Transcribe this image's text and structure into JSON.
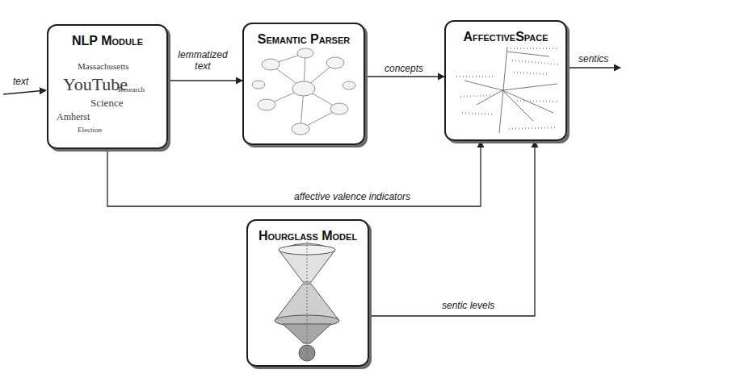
{
  "diagram": {
    "nodes": [
      {
        "text": [
          "NLP Module"
        ]
      },
      {
        "text": [
          "Semantic Parser"
        ]
      },
      {
        "text": [
          "AffectiveSpace"
        ]
      },
      {
        "text": [
          "Hourglass Model"
        ]
      }
    ],
    "edges": [
      {
        "from": 0,
        "to": 1,
        "label": "lemmatized text",
        "arrow": "to"
      },
      {
        "from": 1,
        "to": 2,
        "label": "concepts",
        "arrow": "to"
      },
      {
        "from": 0,
        "to": 2,
        "label": "affective valence indicators",
        "arrow": "to"
      },
      {
        "from": 3,
        "to": 2,
        "label": "sentic levels",
        "arrow": "to"
      }
    ],
    "labels": [
      "text",
      "sentics",
      "YouTube",
      "Massachusetts",
      "Amherst",
      "Science",
      "Research",
      "Election"
    ]
  }
}
